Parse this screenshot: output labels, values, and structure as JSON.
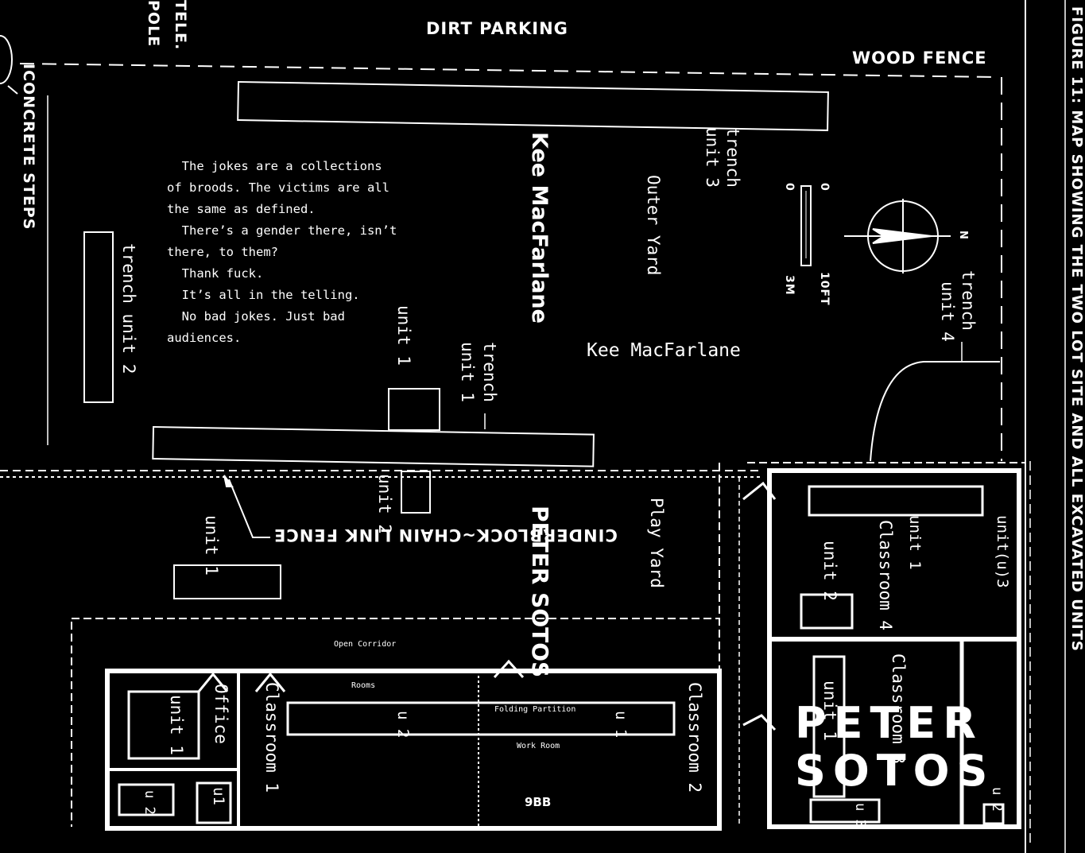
{
  "plan_labels": {
    "dirt_parking": "DIRT PARKING",
    "wood_fence": "WOOD FENCE",
    "tele": "TELE.",
    "pole": "POLE",
    "concrete_steps": "ICONCRETE STEPS",
    "trench_unit_2": "trench unit 2",
    "trench_unit_3a": "trench",
    "trench_unit_3b": "unit 3",
    "trench_unit_4a": "trench",
    "trench_unit_4b": "unit 4",
    "trench_unit_1a": "trench",
    "trench_unit_1b": "unit 1",
    "unit_1_top": "unit 1",
    "outer_yard": "Outer Yard",
    "play_yard": "Play Yard",
    "scale_0a": "0",
    "scale_0b": "0",
    "scale_10ft": "10FT",
    "scale_3m": "3M",
    "north": "N",
    "fence": "CINDERBLOCK~CHAIN LINK FENCE",
    "unit_2_mid": "unit 2",
    "unit_1_left": "unit 1",
    "office": "Office",
    "unit_1_office": "unit 1",
    "classroom_1": "Classroom 1",
    "classroom_2": "Classroom 2",
    "classroom_3": "Classroom 3",
    "classroom_4": "Classroom 4",
    "u2": "u 2",
    "u1": "u 1",
    "u1_small": "u1",
    "u2_small": "u 2",
    "unit_2_right": "unit 2",
    "unit_1_right": "unit 1",
    "unit_u3": "unit(u)3",
    "unit_1_lower": "unit 1",
    "u3_bottom": "u 3",
    "u2_bottom": "u 2",
    "rooms": "Rooms",
    "open_corridor": "Open Corridor",
    "folding": "Folding Partition",
    "work_room": "Work Room",
    "figure_caption": "FIGURE 11: MAP SHOWING THE TWO LOT SITE AND ALL EXCAVATED UNITS",
    "publisher": "9BB"
  },
  "blurb": {
    "lines": [
      "  The jokes are a collections",
      "of broods. The victims are all",
      "the same as defined.",
      "  There’s a gender there, isn’t",
      "there, to them?",
      "  Thank fuck.",
      "  It’s all in the telling.",
      "  No bad jokes. Just bad",
      "audiences."
    ]
  },
  "spine": {
    "author": "Kee MacFarlane",
    "title": "PETER SOTOS"
  },
  "front": {
    "subtitle": "Kee MacFarlane",
    "title_line1": "PETER",
    "title_line2": "SOTOS"
  },
  "colors": {
    "background": "#000000",
    "ink": "#ffffff"
  }
}
